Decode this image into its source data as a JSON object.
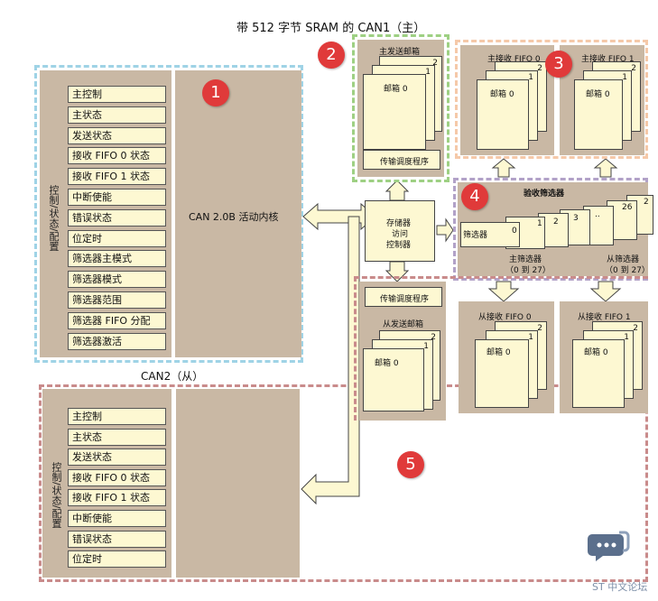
{
  "title": "带 512 字节 SRAM 的 CAN1（主）",
  "can2_label": "CAN2（从）",
  "core_label": "CAN 2.0B 活动内核",
  "side_label": "控制/状态/配置",
  "can1_registers": [
    "主控制",
    "主状态",
    "发送状态",
    "接收 FIFO 0 状态",
    "接收 FIFO 1 状态",
    "中断使能",
    "错误状态",
    "位定时",
    "筛选器主模式",
    "筛选器模式",
    "筛选器范围",
    "筛选器 FIFO 分配",
    "筛选器激活"
  ],
  "can2_registers": [
    "主控制",
    "主状态",
    "发送状态",
    "接收 FIFO 0 状态",
    "接收 FIFO 1 状态",
    "中断使能",
    "错误状态",
    "位定时"
  ],
  "markers": [
    "1",
    "2",
    "3",
    "4",
    "5"
  ],
  "master_tx": {
    "title": "主发送邮箱",
    "mailbox": "邮箱 0",
    "n1": "1",
    "n2": "2",
    "scheduler": "传输调度程序"
  },
  "slave_tx": {
    "title": "从发送邮箱",
    "mailbox": "邮箱 0",
    "n1": "1",
    "n2": "2",
    "scheduler": "传输调度程序"
  },
  "master_fifo0": {
    "title": "主接收 FIFO 0",
    "mailbox": "邮箱 0",
    "n1": "1",
    "n2": "2"
  },
  "master_fifo1": {
    "title": "主接收 FIFO 1",
    "mailbox": "邮箱 0",
    "n1": "1",
    "n2": "2"
  },
  "slave_fifo0": {
    "title": "从接收 FIFO 0",
    "mailbox": "邮箱 0",
    "n1": "1",
    "n2": "2"
  },
  "slave_fifo1": {
    "title": "从接收 FIFO 1",
    "mailbox": "邮箱 0",
    "n1": "1",
    "n2": "2"
  },
  "memory_ctrl": [
    "存储器",
    "访问",
    "控制器"
  ],
  "filters": {
    "title": "验收筛选器",
    "first": "筛选器",
    "n0": "0",
    "n1": "1",
    "n2": "2",
    "n3": "3",
    "dots": "..",
    "n26": "26",
    "n27": "2",
    "master": "主筛选器",
    "master_range": "（0 到 27）",
    "slave": "从筛选器",
    "slave_range": "（0 到 27）"
  },
  "watermark": "ST 中文论坛"
}
